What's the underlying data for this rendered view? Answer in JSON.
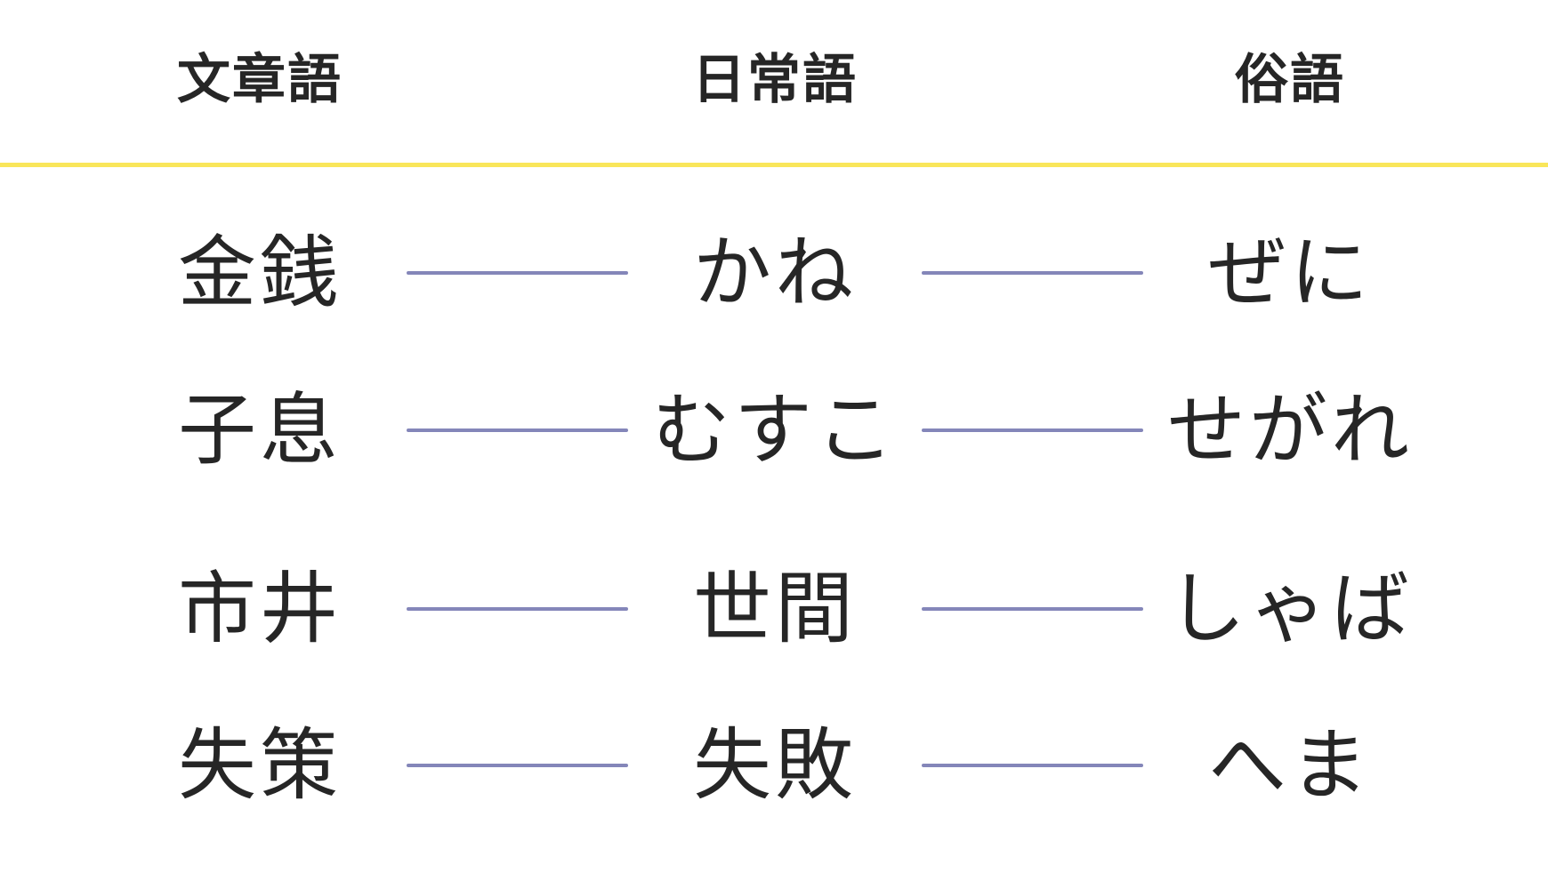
{
  "colors": {
    "rule": "#f9e65a",
    "connector": "#8486b9",
    "text": "#262626"
  },
  "headers": [
    "文章語",
    "日常語",
    "俗語"
  ],
  "rows": [
    [
      "金銭",
      "かね",
      "ぜに"
    ],
    [
      "子息",
      "むすこ",
      "せがれ"
    ],
    [
      "市井",
      "世間",
      "しゃば"
    ],
    [
      "失策",
      "失敗",
      "へま"
    ]
  ]
}
